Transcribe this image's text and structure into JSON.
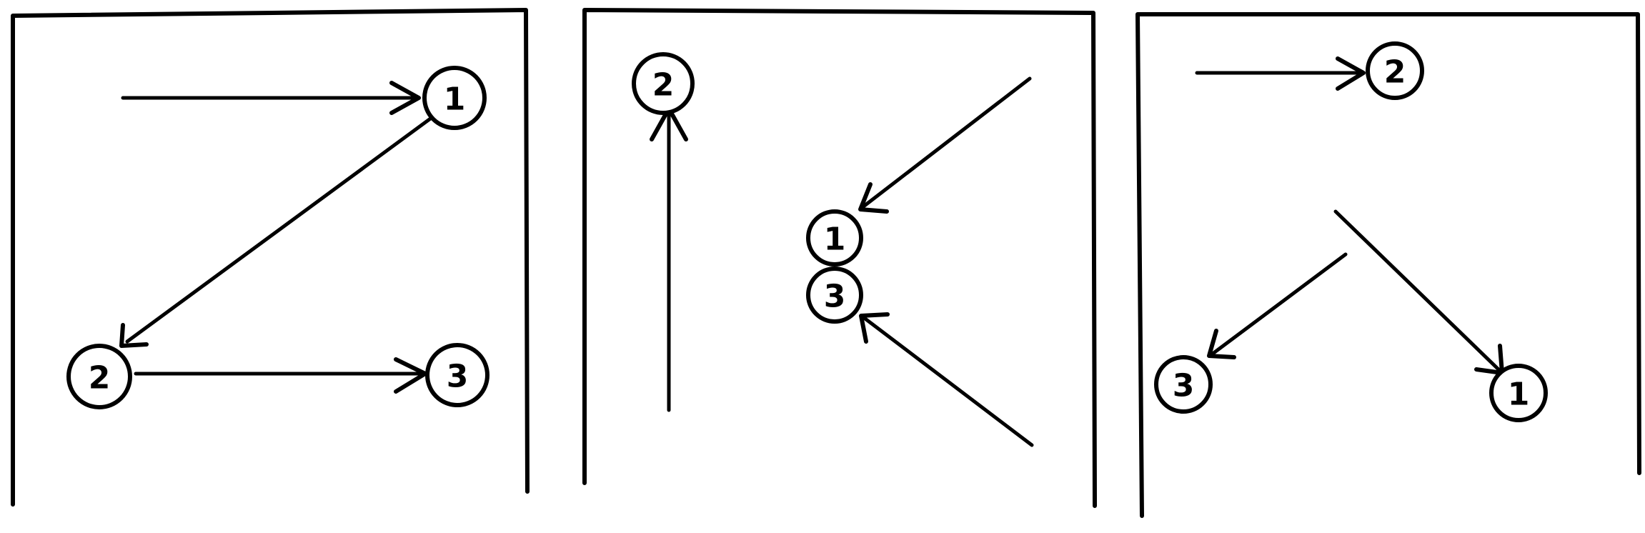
{
  "panels": [
    {
      "id": "panel-1",
      "nodes": [
        {
          "id": "p1-node-1",
          "label": "1"
        },
        {
          "id": "p1-node-2",
          "label": "2"
        },
        {
          "id": "p1-node-3",
          "label": "3"
        }
      ]
    },
    {
      "id": "panel-2",
      "nodes": [
        {
          "id": "p2-node-2",
          "label": "2"
        },
        {
          "id": "p2-node-1",
          "label": "1"
        },
        {
          "id": "p2-node-3",
          "label": "3"
        }
      ]
    },
    {
      "id": "panel-3",
      "nodes": [
        {
          "id": "p3-node-2",
          "label": "2"
        },
        {
          "id": "p3-node-3",
          "label": "3"
        },
        {
          "id": "p3-node-1",
          "label": "1"
        }
      ]
    }
  ],
  "colors": {
    "ink": "#000000",
    "paper": "#ffffff"
  }
}
